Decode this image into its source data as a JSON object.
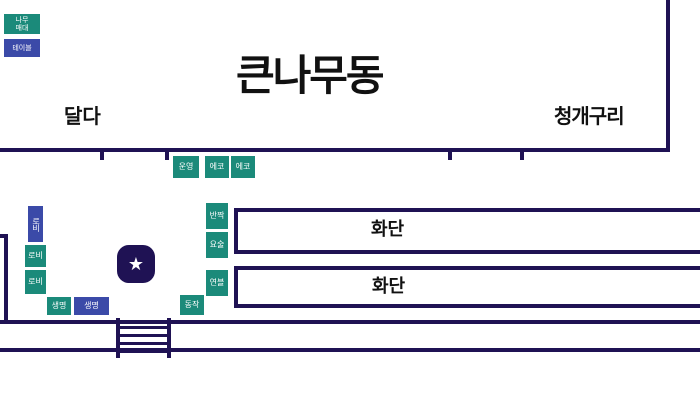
{
  "header": {
    "title": "큰나무동",
    "left_label": "달다",
    "right_label": "청개구리"
  },
  "legend": {
    "item1": "나무\n매대",
    "item2": "테이블"
  },
  "colors": {
    "line": "#1f1254",
    "teal": "#1b8a7a",
    "blue": "#3b4aa8"
  },
  "stalls": {
    "top": [
      "운영",
      "에코",
      "에코"
    ],
    "right_column": [
      "반짝",
      "요술",
      "연블",
      "동작"
    ],
    "left_column": [
      "로비",
      "로비",
      "로비"
    ],
    "bottom": [
      "생명",
      "생명"
    ]
  },
  "beds": {
    "upper": "화단",
    "lower": "화단"
  },
  "marker": {
    "icon": "star-icon",
    "glyph": "★"
  }
}
